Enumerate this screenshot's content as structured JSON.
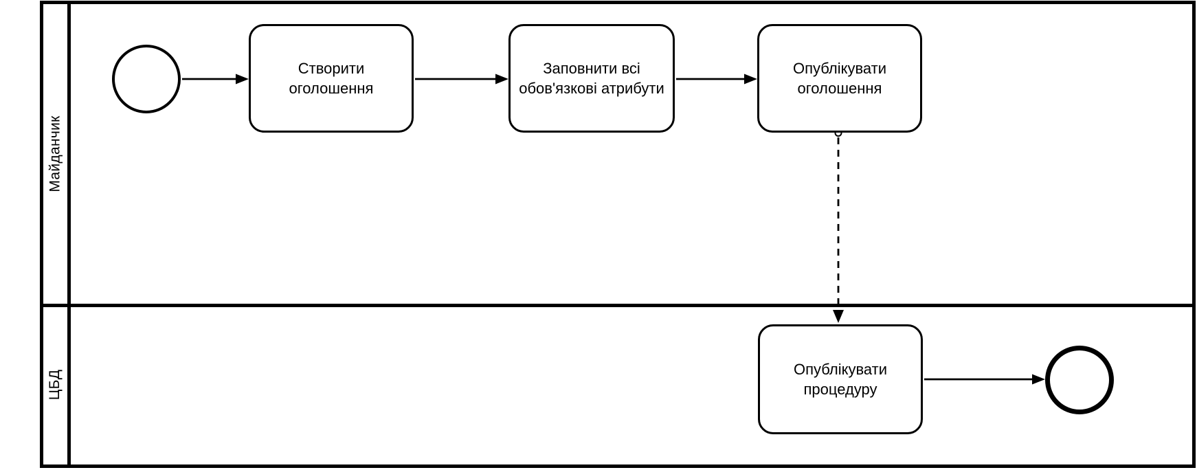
{
  "diagram": {
    "type": "bpmn-process",
    "colors": {
      "stroke": "#000000",
      "fill": "#ffffff",
      "background": "#ffffff"
    },
    "pool": {
      "lanes": [
        {
          "label": "Майданчик"
        },
        {
          "label": "ЦБД"
        }
      ]
    },
    "tasks": [
      {
        "id": "create-announcement",
        "lane": "Майданчик",
        "line1": "Створити",
        "line2": "оголошення"
      },
      {
        "id": "fill-attributes",
        "lane": "Майданчик",
        "line1": "Заповнити всі",
        "line2": "обов'язкові атрибути"
      },
      {
        "id": "publish-announcement",
        "lane": "Майданчик",
        "line1": "Опублікувати",
        "line2": "оголошення"
      },
      {
        "id": "publish-procedure",
        "lane": "ЦБД",
        "line1": "Опублікувати",
        "line2": "процедуру"
      }
    ],
    "events": [
      {
        "id": "start-event",
        "kind": "start",
        "lane": "Майданчик"
      },
      {
        "id": "end-event",
        "kind": "end",
        "lane": "ЦБД"
      }
    ],
    "flows": [
      {
        "from": "start-event",
        "to": "create-announcement",
        "style": "solid"
      },
      {
        "from": "create-announcement",
        "to": "fill-attributes",
        "style": "solid"
      },
      {
        "from": "fill-attributes",
        "to": "publish-announcement",
        "style": "solid"
      },
      {
        "from": "publish-announcement",
        "to": "publish-procedure",
        "style": "dashed-message"
      },
      {
        "from": "publish-procedure",
        "to": "end-event",
        "style": "solid"
      }
    ]
  }
}
